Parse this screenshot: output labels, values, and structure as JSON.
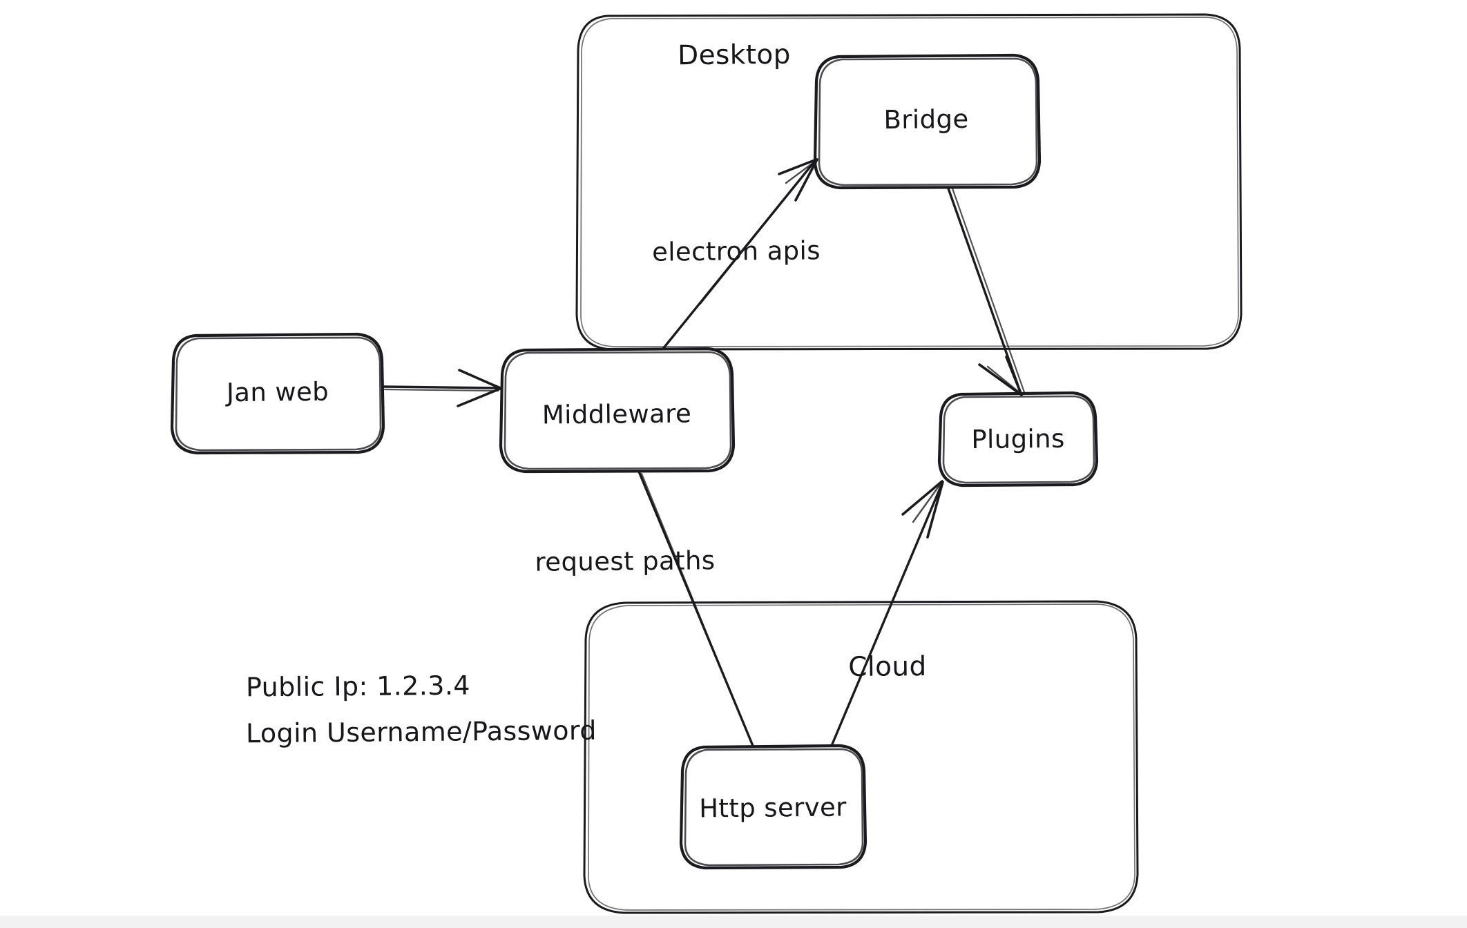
{
  "diagram": {
    "style": "hand-drawn-whiteboard",
    "background_color": "#ffffff",
    "ink_color": "#1b1b1f",
    "groups": [
      {
        "id": "desktop",
        "label": "Desktop"
      },
      {
        "id": "cloud",
        "label": "Cloud"
      }
    ],
    "nodes": [
      {
        "id": "jan-web",
        "label": "Jan web"
      },
      {
        "id": "middleware",
        "label": "Middleware"
      },
      {
        "id": "bridge",
        "label": "Bridge"
      },
      {
        "id": "plugins",
        "label": "Plugins"
      },
      {
        "id": "http-server",
        "label": "Http server"
      }
    ],
    "edges": [
      {
        "id": "jan-web-to-middleware",
        "from": "jan-web",
        "to": "middleware",
        "label": "",
        "arrow": true
      },
      {
        "id": "middleware-to-bridge",
        "from": "middleware",
        "to": "bridge",
        "label": "electron apis",
        "arrow": true
      },
      {
        "id": "bridge-to-plugins",
        "from": "bridge",
        "to": "plugins",
        "label": "",
        "arrow": true
      },
      {
        "id": "middleware-to-http-server",
        "from": "middleware",
        "to": "http-server",
        "label": "request paths",
        "arrow": false
      },
      {
        "id": "http-server-to-plugins",
        "from": "http-server",
        "to": "plugins",
        "label": "",
        "arrow": true
      }
    ],
    "notes": {
      "public_ip_line": "Public Ip: 1.2.3.4",
      "login_line": "Login Username/Password"
    }
  }
}
